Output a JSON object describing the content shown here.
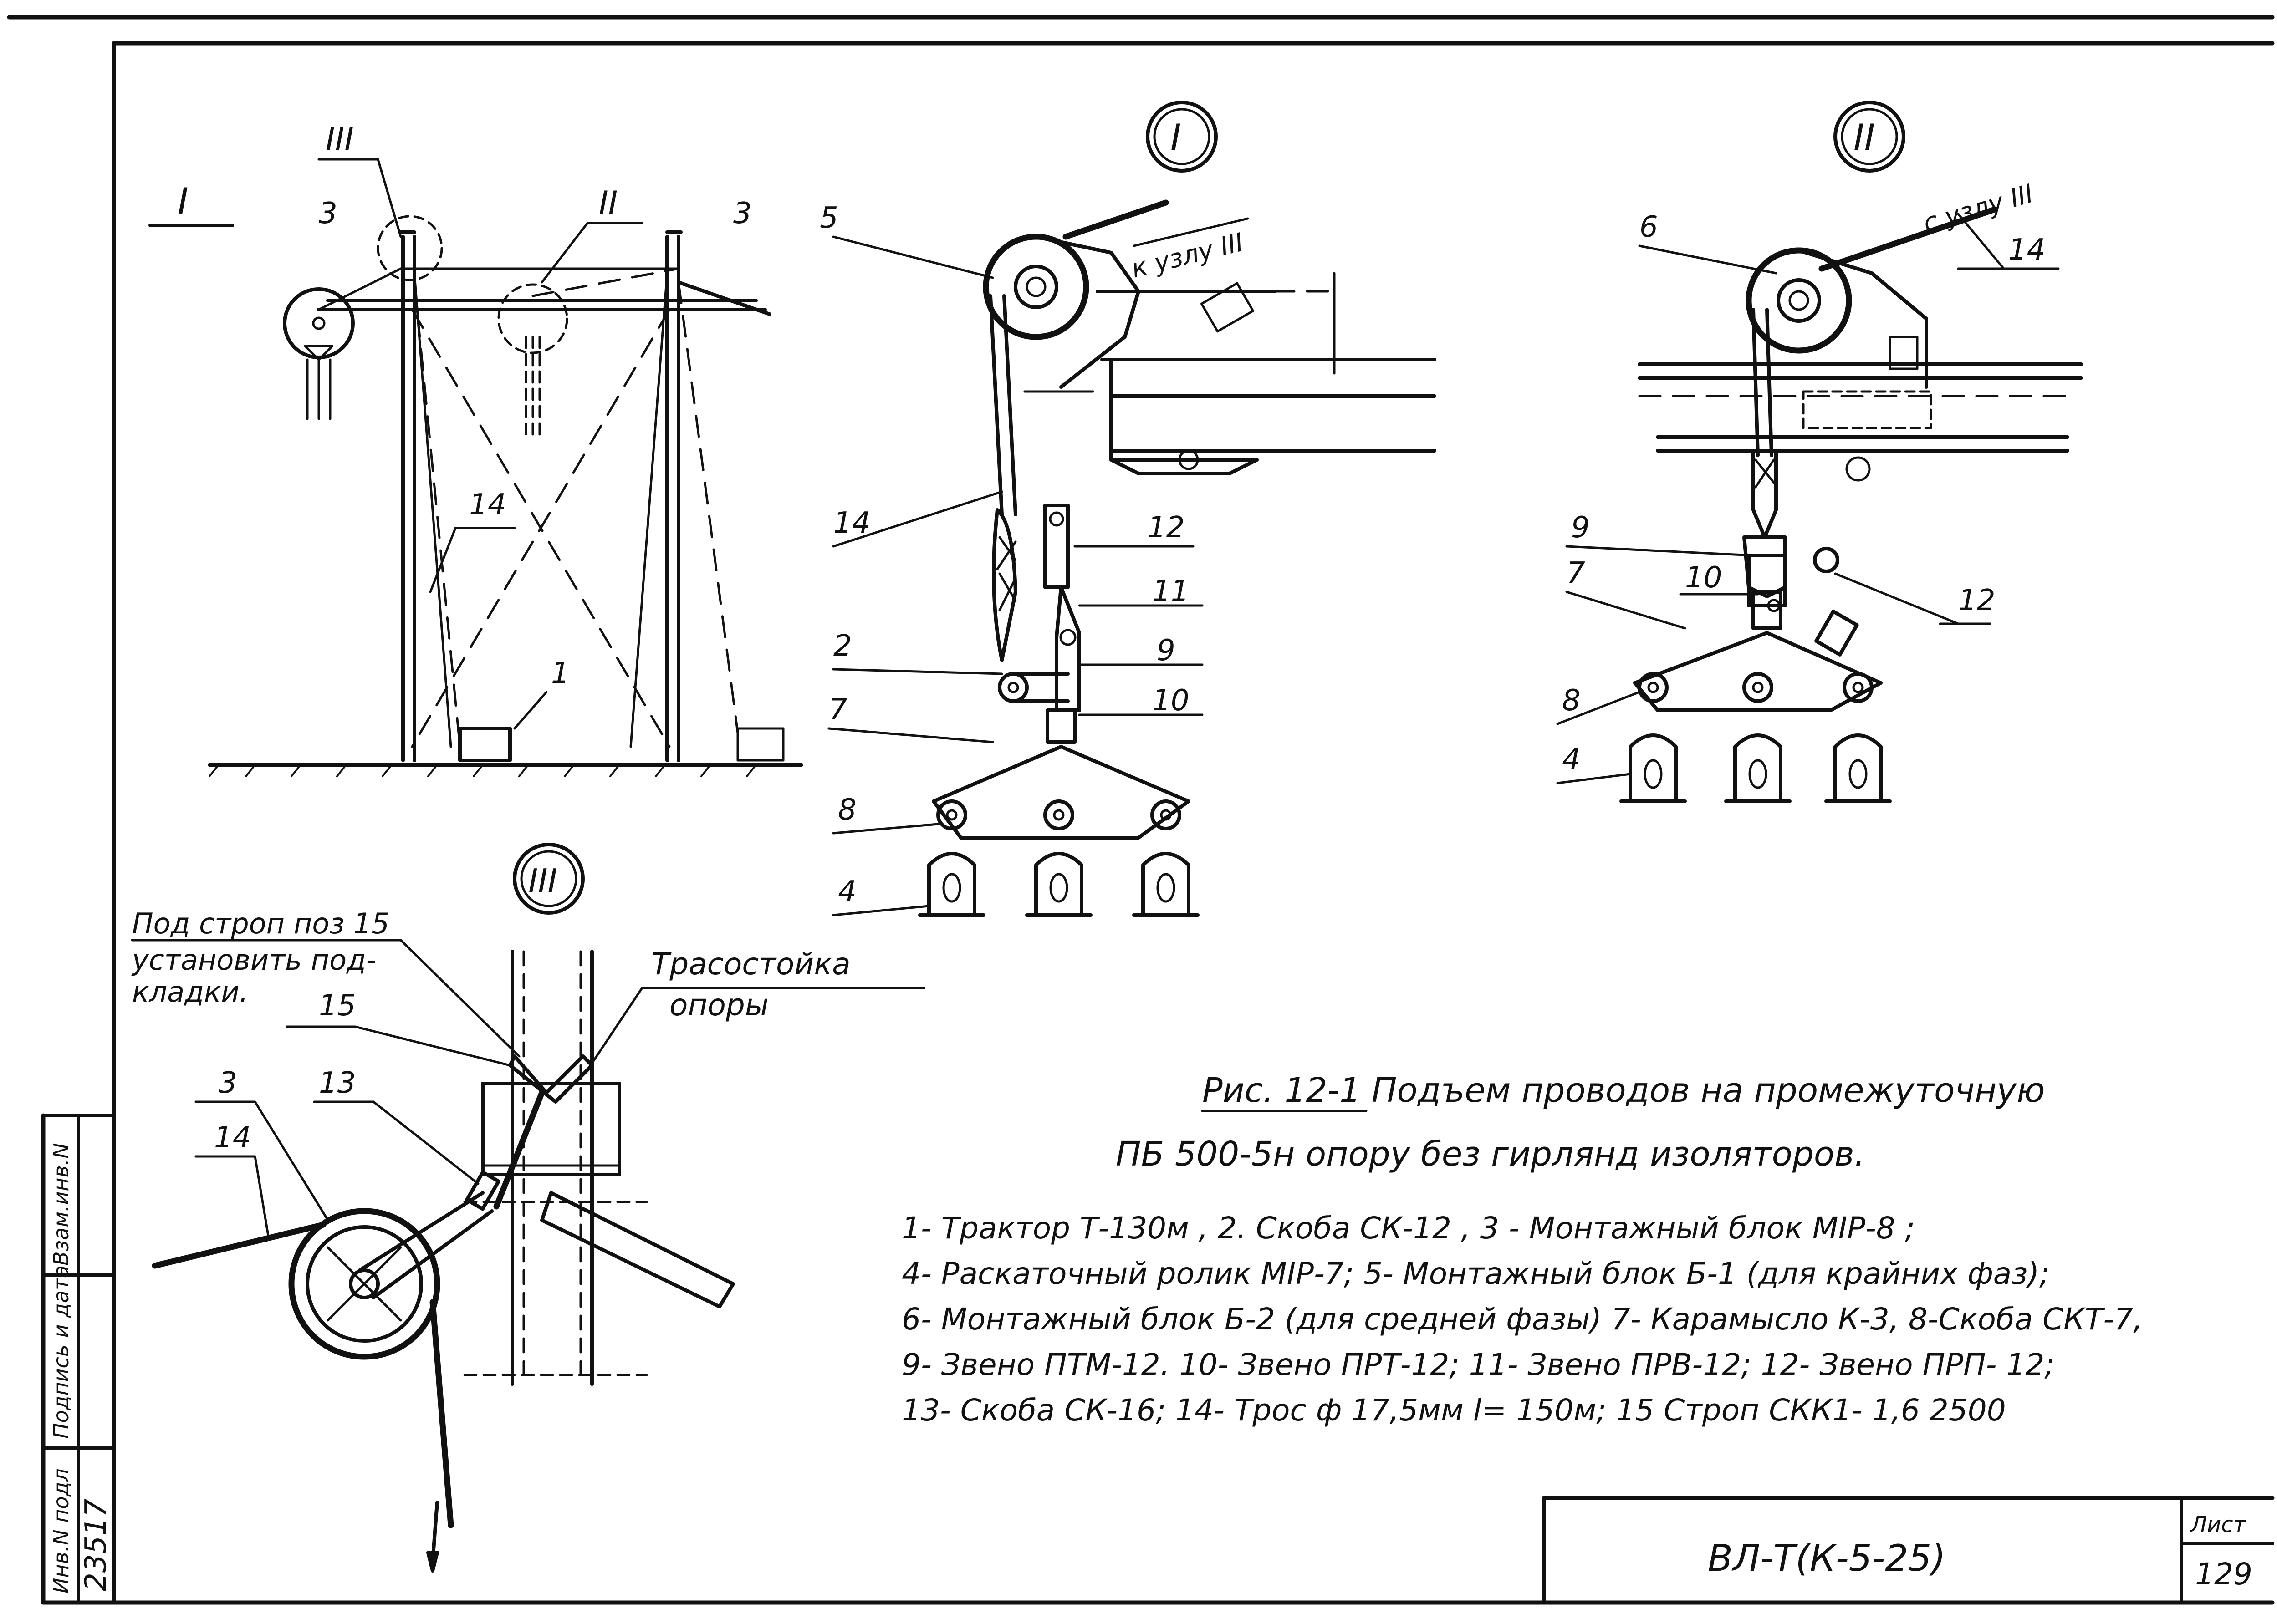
{
  "colors": {
    "ink": "#111111",
    "paper": "#ffffff"
  },
  "overview": {
    "view_label": "I",
    "callout_node1": "III",
    "callout_node2": "II",
    "ref_3a": "3",
    "ref_3b": "3",
    "ref_14": "14",
    "ref_1": "1"
  },
  "node1": {
    "label": "I",
    "rope_direction": "к узлу III",
    "refs": {
      "r5": "5",
      "r14": "14",
      "r12": "12",
      "r11": "11",
      "r2": "2",
      "r9": "9",
      "r10": "10",
      "r7": "7",
      "r8": "8",
      "r4": "4"
    }
  },
  "node2": {
    "label": "II",
    "rope_direction": "с узлу III",
    "refs": {
      "r6": "6",
      "r14": "14",
      "r9": "9",
      "r10": "10",
      "r7": "7",
      "r12": "12",
      "r8": "8",
      "r4": "4"
    }
  },
  "node3": {
    "label": "III",
    "note_lines": [
      "Под строп поз 15",
      "установить под-",
      "кладки."
    ],
    "post_label_lines": [
      "Трасостойка",
      "опоры"
    ],
    "refs": {
      "r15": "15",
      "r3": "3",
      "r13": "13",
      "r14": "14"
    }
  },
  "caption": {
    "line1": "Рис. 12-1 Подъем проводов на промежуточную",
    "line2": "ПБ 500-5н опору без гирлянд изоляторов."
  },
  "legend": [
    "1- Трактор Т-130м , 2. Скоба СК-12 , 3 - Монтажный блок МIР-8 ;",
    "4- Раскаточный ролик МIР-7; 5- Монтажный блок Б-1 (для крайних фаз);",
    "6- Монтажный блок Б-2 (для средней фазы) 7- Карамысло К-3, 8-Скоба СКТ-7,",
    "9- Звено ПТМ-12. 10- Звено ПРТ-12; 11- Звено ПРВ-12; 12- Звено ПРП- 12;",
    "13- Скоба СК-16; 14- Трос ф 17,5мм l= 150м; 15 Строп СКК1- 1,6 2500"
  ],
  "side_stamp": [
    "Инв.N подл",
    "Подпись и дата",
    "Взам.инв.N"
  ],
  "side_number": "23517",
  "title_block": {
    "code": "ВЛ-Т(К-5-25)",
    "sheet_label": "Лист",
    "sheet_number": "129"
  }
}
